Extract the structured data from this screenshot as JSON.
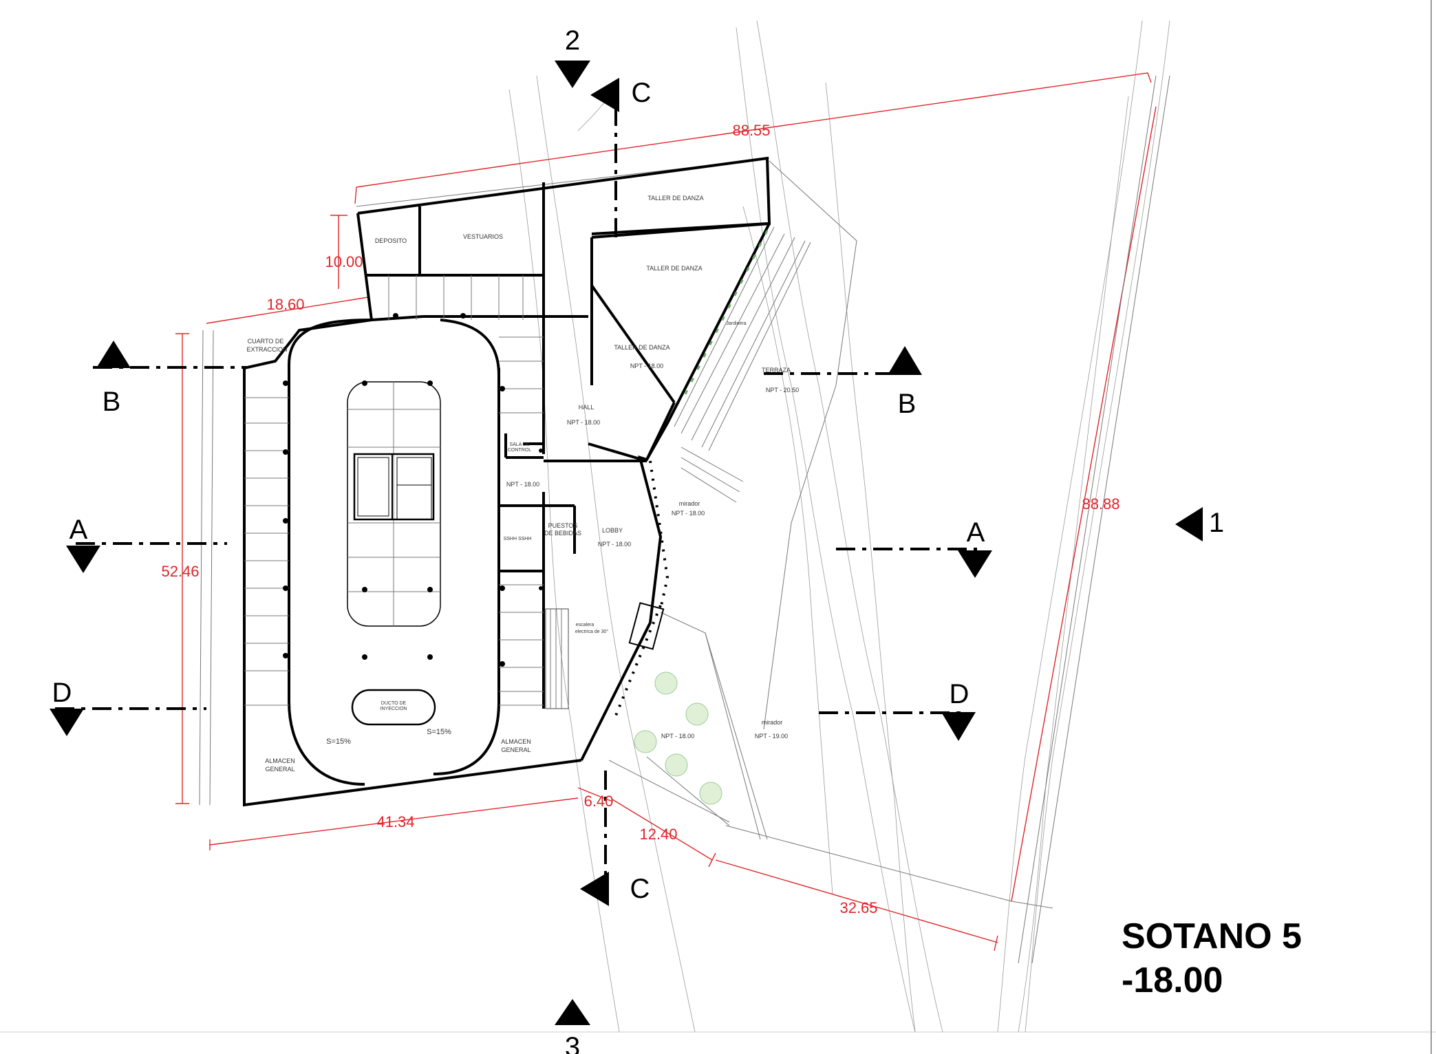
{
  "title": {
    "line1": "SOTANO 5",
    "line2": "-18.00"
  },
  "section_markers": {
    "s2": "2",
    "s3": "3",
    "s1": "1",
    "c_top": "C",
    "c_bottom": "C",
    "b_left": "B",
    "b_right": "B",
    "a_left": "A",
    "a_right": "A",
    "d_left": "D",
    "d_right": "D"
  },
  "dimensions": {
    "top": "88.55",
    "right": "88.88",
    "left": "52.46",
    "bottom_left": "41.34",
    "upper_left_short": "10.00",
    "upper_left_long": "18.60",
    "bottom_small_1": "6.40",
    "bottom_small_2": "12.40",
    "bottom_right": "32.65"
  },
  "rooms": {
    "deposito": "DEPOSITO",
    "vestuarios": "VESTUARIOS",
    "taller1": "TALLER DE DANZA",
    "taller2": "TALLER DE DANZA",
    "taller3": "TALLER DE DANZA",
    "taller3_npt": "NPT - 18.00",
    "cuarto_extraccion_1": "CUARTO DE",
    "cuarto_extraccion_2": "EXTRACCION",
    "hall": "HALL",
    "hall_npt": "NPT - 18.00",
    "sala_control_1": "SALA DE",
    "sala_control_2": "CONTROL",
    "npt_corridor": "NPT - 18.00",
    "lobby": "LOBBY",
    "lobby_npt": "NPT - 18.00",
    "puestos_1": "PUESTOS",
    "puestos_2": "DE BEBIDAS",
    "sshh": "SSHH    SSHH",
    "escalera_1": "escalera",
    "escalera_2": "electrica de 30°",
    "terraza": "TERRAZA",
    "terraza_npt": "NPT - 20.50",
    "jardinera": "Jardinera",
    "mirador1": "mirador",
    "mirador1_npt": "NPT - 18.00",
    "mirador2": "mirador",
    "mirador2_npt": "NPT - 19.00",
    "garden_npt": "NPT - 18.00",
    "ducto_1": "DUCTO DE",
    "ducto_2": "INYECCION",
    "ramp_left": "S=15%",
    "ramp_right": "S=15%",
    "almacen_left_1": "ALMACEN",
    "almacen_left_2": "GENERAL",
    "almacen_right_1": "ALMACEN",
    "almacen_right_2": "GENERAL"
  }
}
